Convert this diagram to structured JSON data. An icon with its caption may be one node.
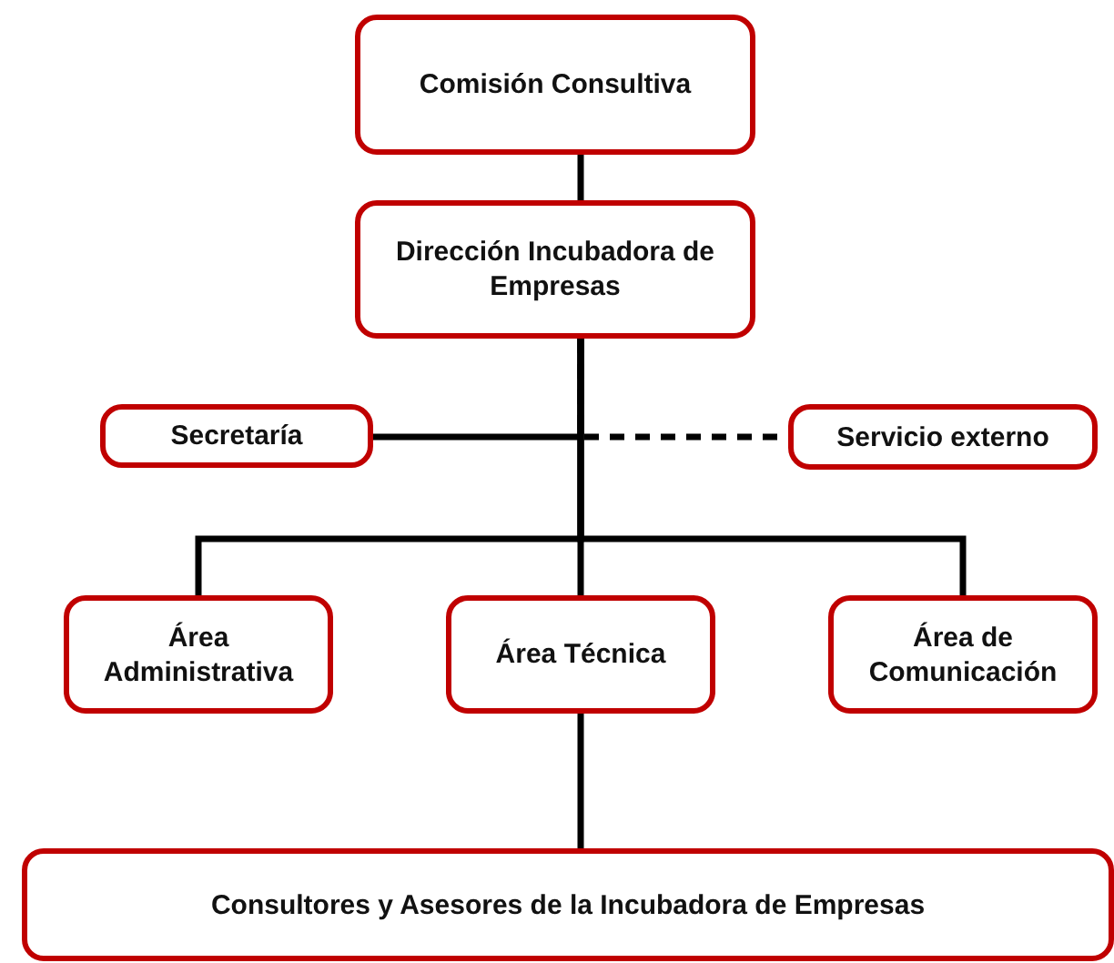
{
  "diagram": {
    "nodes": [
      {
        "text": [
          "Comisión Consultiva"
        ]
      },
      {
        "text": [
          "Dirección Incubadora de Empresas"
        ]
      },
      {
        "text": [
          "Secretaría"
        ]
      },
      {
        "text": [
          "Servicio externo"
        ]
      },
      {
        "text": [
          "Área Administrativa"
        ]
      },
      {
        "text": [
          "Área Técnica"
        ]
      },
      {
        "text": [
          "Área de Comunicación"
        ]
      },
      {
        "text": [
          "Consultores y Asesores de la Incubadora de Empresas"
        ]
      }
    ],
    "edges": [
      {
        "from": 0,
        "to": 1,
        "arrow": "none"
      },
      {
        "from": 1,
        "to": 2,
        "arrow": "none"
      },
      {
        "from": 1,
        "to": 3,
        "arrow": "none",
        "style": "dashed"
      },
      {
        "from": 1,
        "to": 4,
        "arrow": "none"
      },
      {
        "from": 1,
        "to": 5,
        "arrow": "none"
      },
      {
        "from": 1,
        "to": 6,
        "arrow": "none"
      },
      {
        "from": 5,
        "to": 7,
        "arrow": "none"
      }
    ]
  }
}
